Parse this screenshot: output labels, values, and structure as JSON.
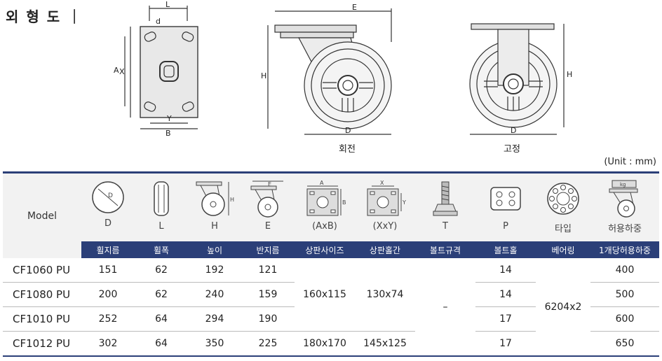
{
  "section_title": "외 형 도 ｜",
  "unit": "(Unit : mm)",
  "drawings": {
    "top": {
      "L": "L",
      "A": "A",
      "X": "X",
      "Y": "Y",
      "B": "B",
      "d": "d"
    },
    "swivel": {
      "E": "E",
      "H": "H",
      "D": "D",
      "caption": "회전"
    },
    "fixed": {
      "H": "H",
      "D": "D",
      "caption": "고정"
    }
  },
  "table": {
    "model_header": "Model",
    "columns": [
      {
        "key": "D",
        "symbol": "D",
        "name": "휠지름",
        "icon": "wheel-diameter-icon"
      },
      {
        "key": "L",
        "symbol": "L",
        "name": "휠폭",
        "icon": "wheel-width-icon"
      },
      {
        "key": "H",
        "symbol": "H",
        "name": "높이",
        "icon": "caster-height-icon"
      },
      {
        "key": "E",
        "symbol": "E",
        "name": "반지름",
        "icon": "swivel-radius-icon"
      },
      {
        "key": "AxB",
        "symbol": "(AxB)",
        "name": "상판사이즈",
        "icon": "plate-size-icon"
      },
      {
        "key": "XxY",
        "symbol": "(XxY)",
        "name": "상판홀간",
        "icon": "plate-hole-spacing-icon"
      },
      {
        "key": "T",
        "symbol": "T",
        "name": "볼트규격",
        "icon": "bolt-icon"
      },
      {
        "key": "P",
        "symbol": "P",
        "name": "볼트홀",
        "icon": "bolt-hole-icon"
      },
      {
        "key": "type",
        "symbol": "타입",
        "name": "베어링",
        "icon": "bearing-icon"
      },
      {
        "key": "load",
        "symbol": "허용하중",
        "name": "1개당허용하중",
        "icon": "load-capacity-icon"
      }
    ],
    "rows": [
      {
        "model": "CF1060 PU",
        "D": "151",
        "L": "62",
        "H": "192",
        "E": "121",
        "P": "14",
        "load": "400"
      },
      {
        "model": "CF1080 PU",
        "D": "200",
        "L": "62",
        "H": "240",
        "E": "159",
        "P": "14",
        "load": "500"
      },
      {
        "model": "CF1010 PU",
        "D": "252",
        "L": "64",
        "H": "294",
        "E": "190",
        "P": "17",
        "load": "600"
      },
      {
        "model": "CF1012 PU",
        "D": "302",
        "L": "64",
        "H": "350",
        "E": "225",
        "P": "17",
        "load": "650"
      }
    ],
    "merged": {
      "AxB_1_3": "160x115",
      "AxB_4": "180x170",
      "XxY_1_3": "130x74",
      "XxY_4": "145x125",
      "T_all": "–",
      "bearing_all": "6204x2"
    },
    "icon_labels": {
      "kg": "kg",
      "dim_A": "A",
      "dim_B": "B",
      "dim_X": "X",
      "dim_Y": "Y",
      "dim_H": "H",
      "dim_E": "E",
      "dim_D": "D"
    }
  }
}
